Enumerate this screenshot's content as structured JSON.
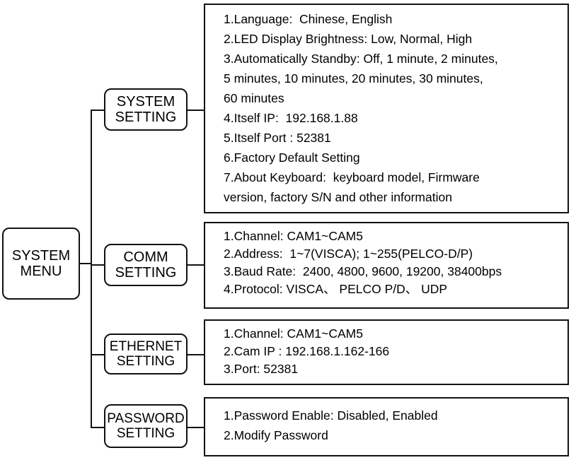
{
  "diagram": {
    "title": "SYSTEM MENU structure",
    "root": {
      "label_line1": "SYSTEM",
      "label_line2": "MENU"
    },
    "branches": [
      {
        "key": "system-setting",
        "label_line1": "SYSTEM",
        "label_line2": "SETTING",
        "details": [
          "1.Language:  Chinese, English",
          "2.LED Display Brightness: Low, Normal, High",
          "3.Automatically Standby: Off, 1 minute, 2 minutes,\n5 minutes, 10 minutes, 20 minutes, 30 minutes,\n60 minutes",
          "4.Itself IP:  192.168.1.88",
          "5.Itself Port : 52381",
          "6.Factory Default Setting",
          "7.About Keyboard:  keyboard model, Firmware\nversion, factory S/N and other information"
        ]
      },
      {
        "key": "comm-setting",
        "label_line1": "COMM",
        "label_line2": "SETTING",
        "details": [
          "1.Channel: CAM1~CAM5",
          "2.Address:  1~7(VISCA); 1~255(PELCO-D/P)",
          "3.Baud Rate:  2400, 4800, 9600, 19200, 38400bps",
          "4.Protocol: VISCA、 PELCO P/D、 UDP"
        ]
      },
      {
        "key": "ethernet-setting",
        "label_line1": "ETHERNET",
        "label_line2": "SETTING",
        "details": [
          "1.Channel: CAM1~CAM5",
          "2.Cam IP : 192.168.1.162-166",
          "3.Port: 52381"
        ]
      },
      {
        "key": "password-setting",
        "label_line1": "PASSWORD",
        "label_line2": "SETTING",
        "details": [
          "1.Password Enable: Disabled, Enabled",
          "2.Modify Password"
        ]
      }
    ],
    "colors": {
      "stroke": "#111111",
      "background": "#ffffff",
      "text": "#000000"
    }
  }
}
